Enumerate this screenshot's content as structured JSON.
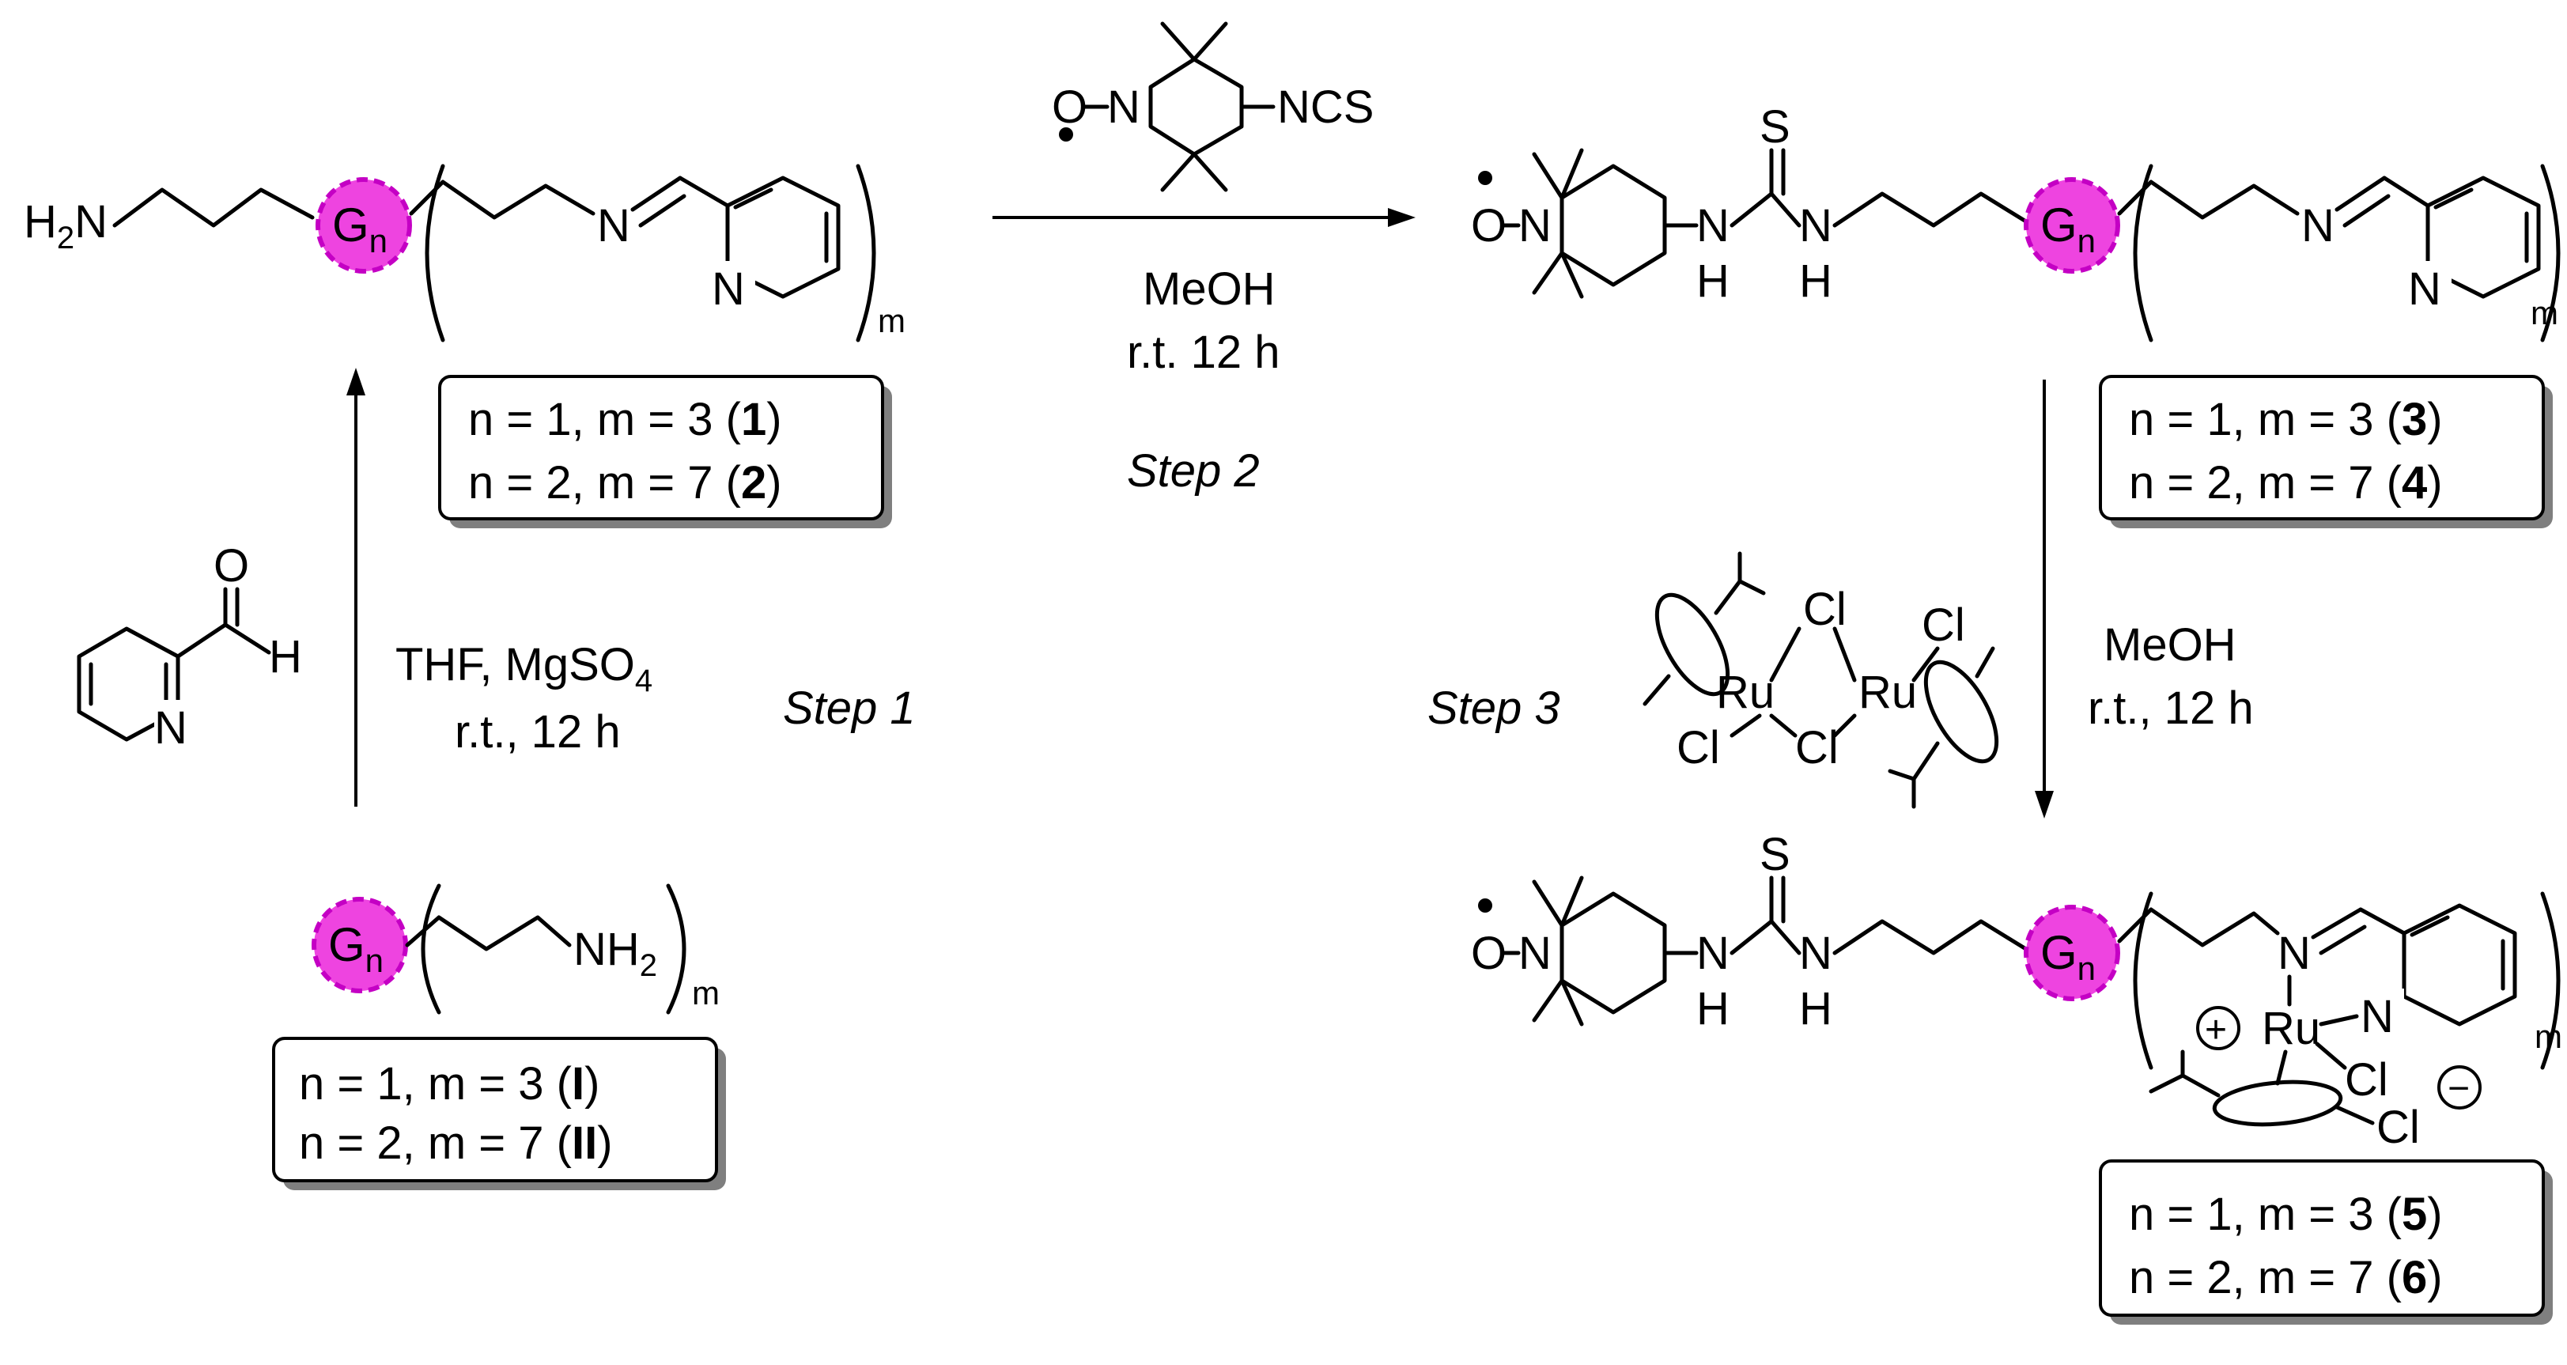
{
  "colors": {
    "generation_bead_fill": "#ee44e0",
    "generation_bead_stroke": "#c400c4",
    "ink": "#000000"
  },
  "labels": {
    "h2n": "H",
    "h2n_sub": "2",
    "h2n_n": "N",
    "n_atom": "N",
    "g": "G",
    "g_sub": "n",
    "m": "m",
    "o": "O",
    "nh": "N",
    "h": "H",
    "s": "S",
    "ncs": "NCS",
    "aldehyde_o": "O",
    "aldehyde_h": "H",
    "nh2": "NH",
    "nh2_sub": "2",
    "ru": "Ru",
    "cl": "Cl",
    "plus": "+",
    "minus": "−"
  },
  "boxes": {
    "box_1_2": [
      {
        "text": "n = 1, m = 3 (",
        "bold": "1",
        "end": ")"
      },
      {
        "text": "n = 2, m = 7 (",
        "bold": "2",
        "end": ")"
      }
    ],
    "box_3_4": [
      {
        "text": "n = 1, m = 3 (",
        "bold": "3",
        "end": ")"
      },
      {
        "text": "n = 2, m = 7 (",
        "bold": "4",
        "end": ")"
      }
    ],
    "box_I_II": [
      {
        "text": "n = 1, m = 3 (",
        "bold": "I",
        "end": ")"
      },
      {
        "text": "n = 2, m = 7 (",
        "bold": "II",
        "end": ")"
      }
    ],
    "box_5_6": [
      {
        "text": "n = 1, m = 3 (",
        "bold": "5",
        "end": ")"
      },
      {
        "text": "n = 2, m = 7 (",
        "bold": "6",
        "end": ")"
      }
    ]
  },
  "steps": {
    "step1": {
      "label": "Step 1",
      "reagent_main": "THF, MgSO",
      "reagent_sub": "4",
      "conditions": "r.t., 12 h"
    },
    "step2": {
      "label": "Step 2",
      "solvent": "MeOH",
      "conditions": "r.t. 12 h"
    },
    "step3": {
      "label": "Step 3",
      "solvent": "MeOH",
      "conditions": "r.t., 12 h"
    }
  }
}
